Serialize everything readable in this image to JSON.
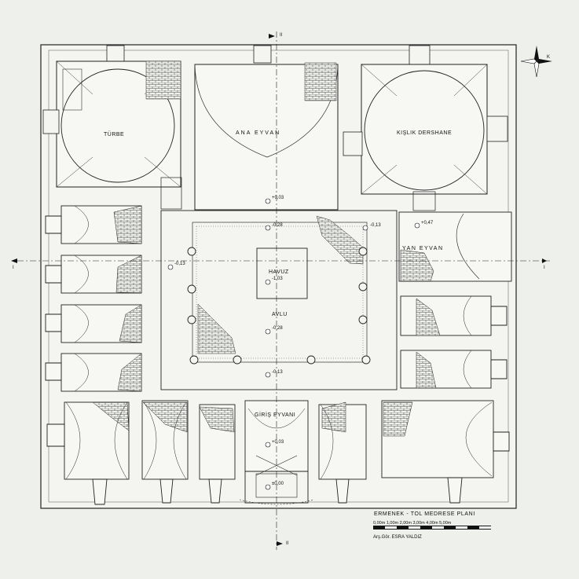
{
  "rooms": {
    "turbe": "TÜRBE",
    "ana_eyvan": "ANA EYVAN",
    "kislik_dershane": "KIŞLIK DERSHANE",
    "yan_eyvan": "YAN EYVAN",
    "havuz": "HAVUZ",
    "avlu": "AVLU",
    "giris_eyvani": "GİRİŞ EYVANI"
  },
  "levels": {
    "ana_eyvan": "+0,03",
    "avlu_top": "-0,28",
    "east_door": "-0,13",
    "yan_eyvan": "+0,47",
    "west": "-0,13",
    "havuz": "-1,03",
    "avlu_center": "-0,28",
    "giris_top": "-0,13",
    "giris_eyvani": "+0,03",
    "entrance": "±0,00"
  },
  "section_marks": {
    "top": "II",
    "bottom": "II",
    "left": "I",
    "right": "I"
  },
  "north_label": "K",
  "title": "ERMENEK - TOL MEDRESE PLANI",
  "scale": "0,00m 1,00m 2,00m 3,00m 4,00m 5,00m",
  "author": "Arş.Gör. ESRA YALDIZ"
}
